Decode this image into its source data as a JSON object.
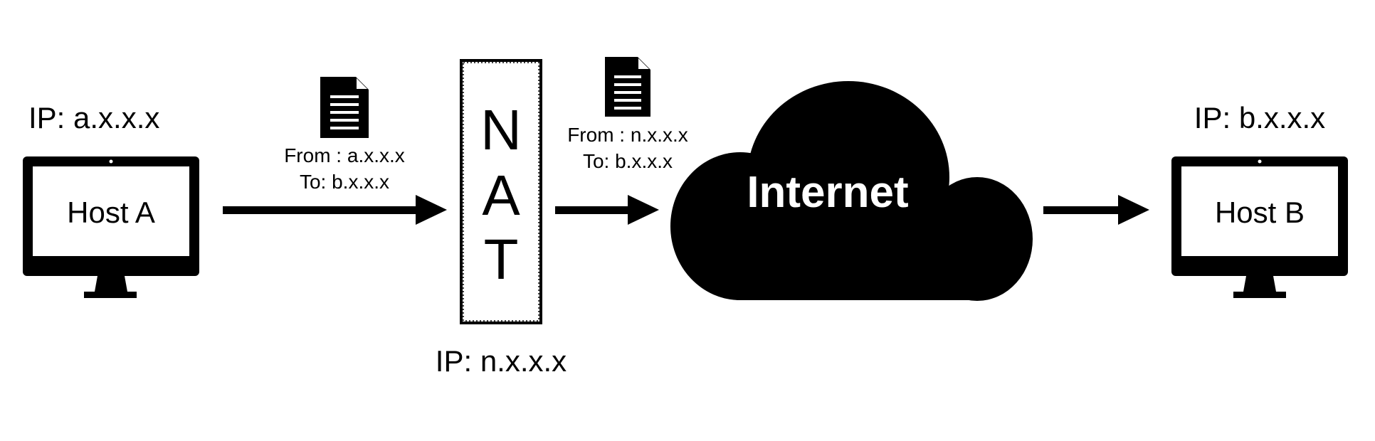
{
  "host_a": {
    "ip_label": "IP: a.x.x.x",
    "name": "Host A"
  },
  "host_b": {
    "ip_label": "IP: b.x.x.x",
    "name": "Host B"
  },
  "nat": {
    "letters": [
      "N",
      "A",
      "T"
    ],
    "ip_label": "IP: n.x.x.x"
  },
  "packet_1": {
    "from": "From : a.x.x.x",
    "to": "To: b.x.x.x"
  },
  "packet_2": {
    "from": "From : n.x.x.x",
    "to": "To: b.x.x.x"
  },
  "internet": {
    "label": "Internet"
  },
  "icons": {
    "host_a": "monitor-icon",
    "host_b": "monitor-icon",
    "packet": "document-icon",
    "internet": "cloud-icon"
  },
  "colors": {
    "ink": "#000000",
    "background": "#ffffff"
  }
}
